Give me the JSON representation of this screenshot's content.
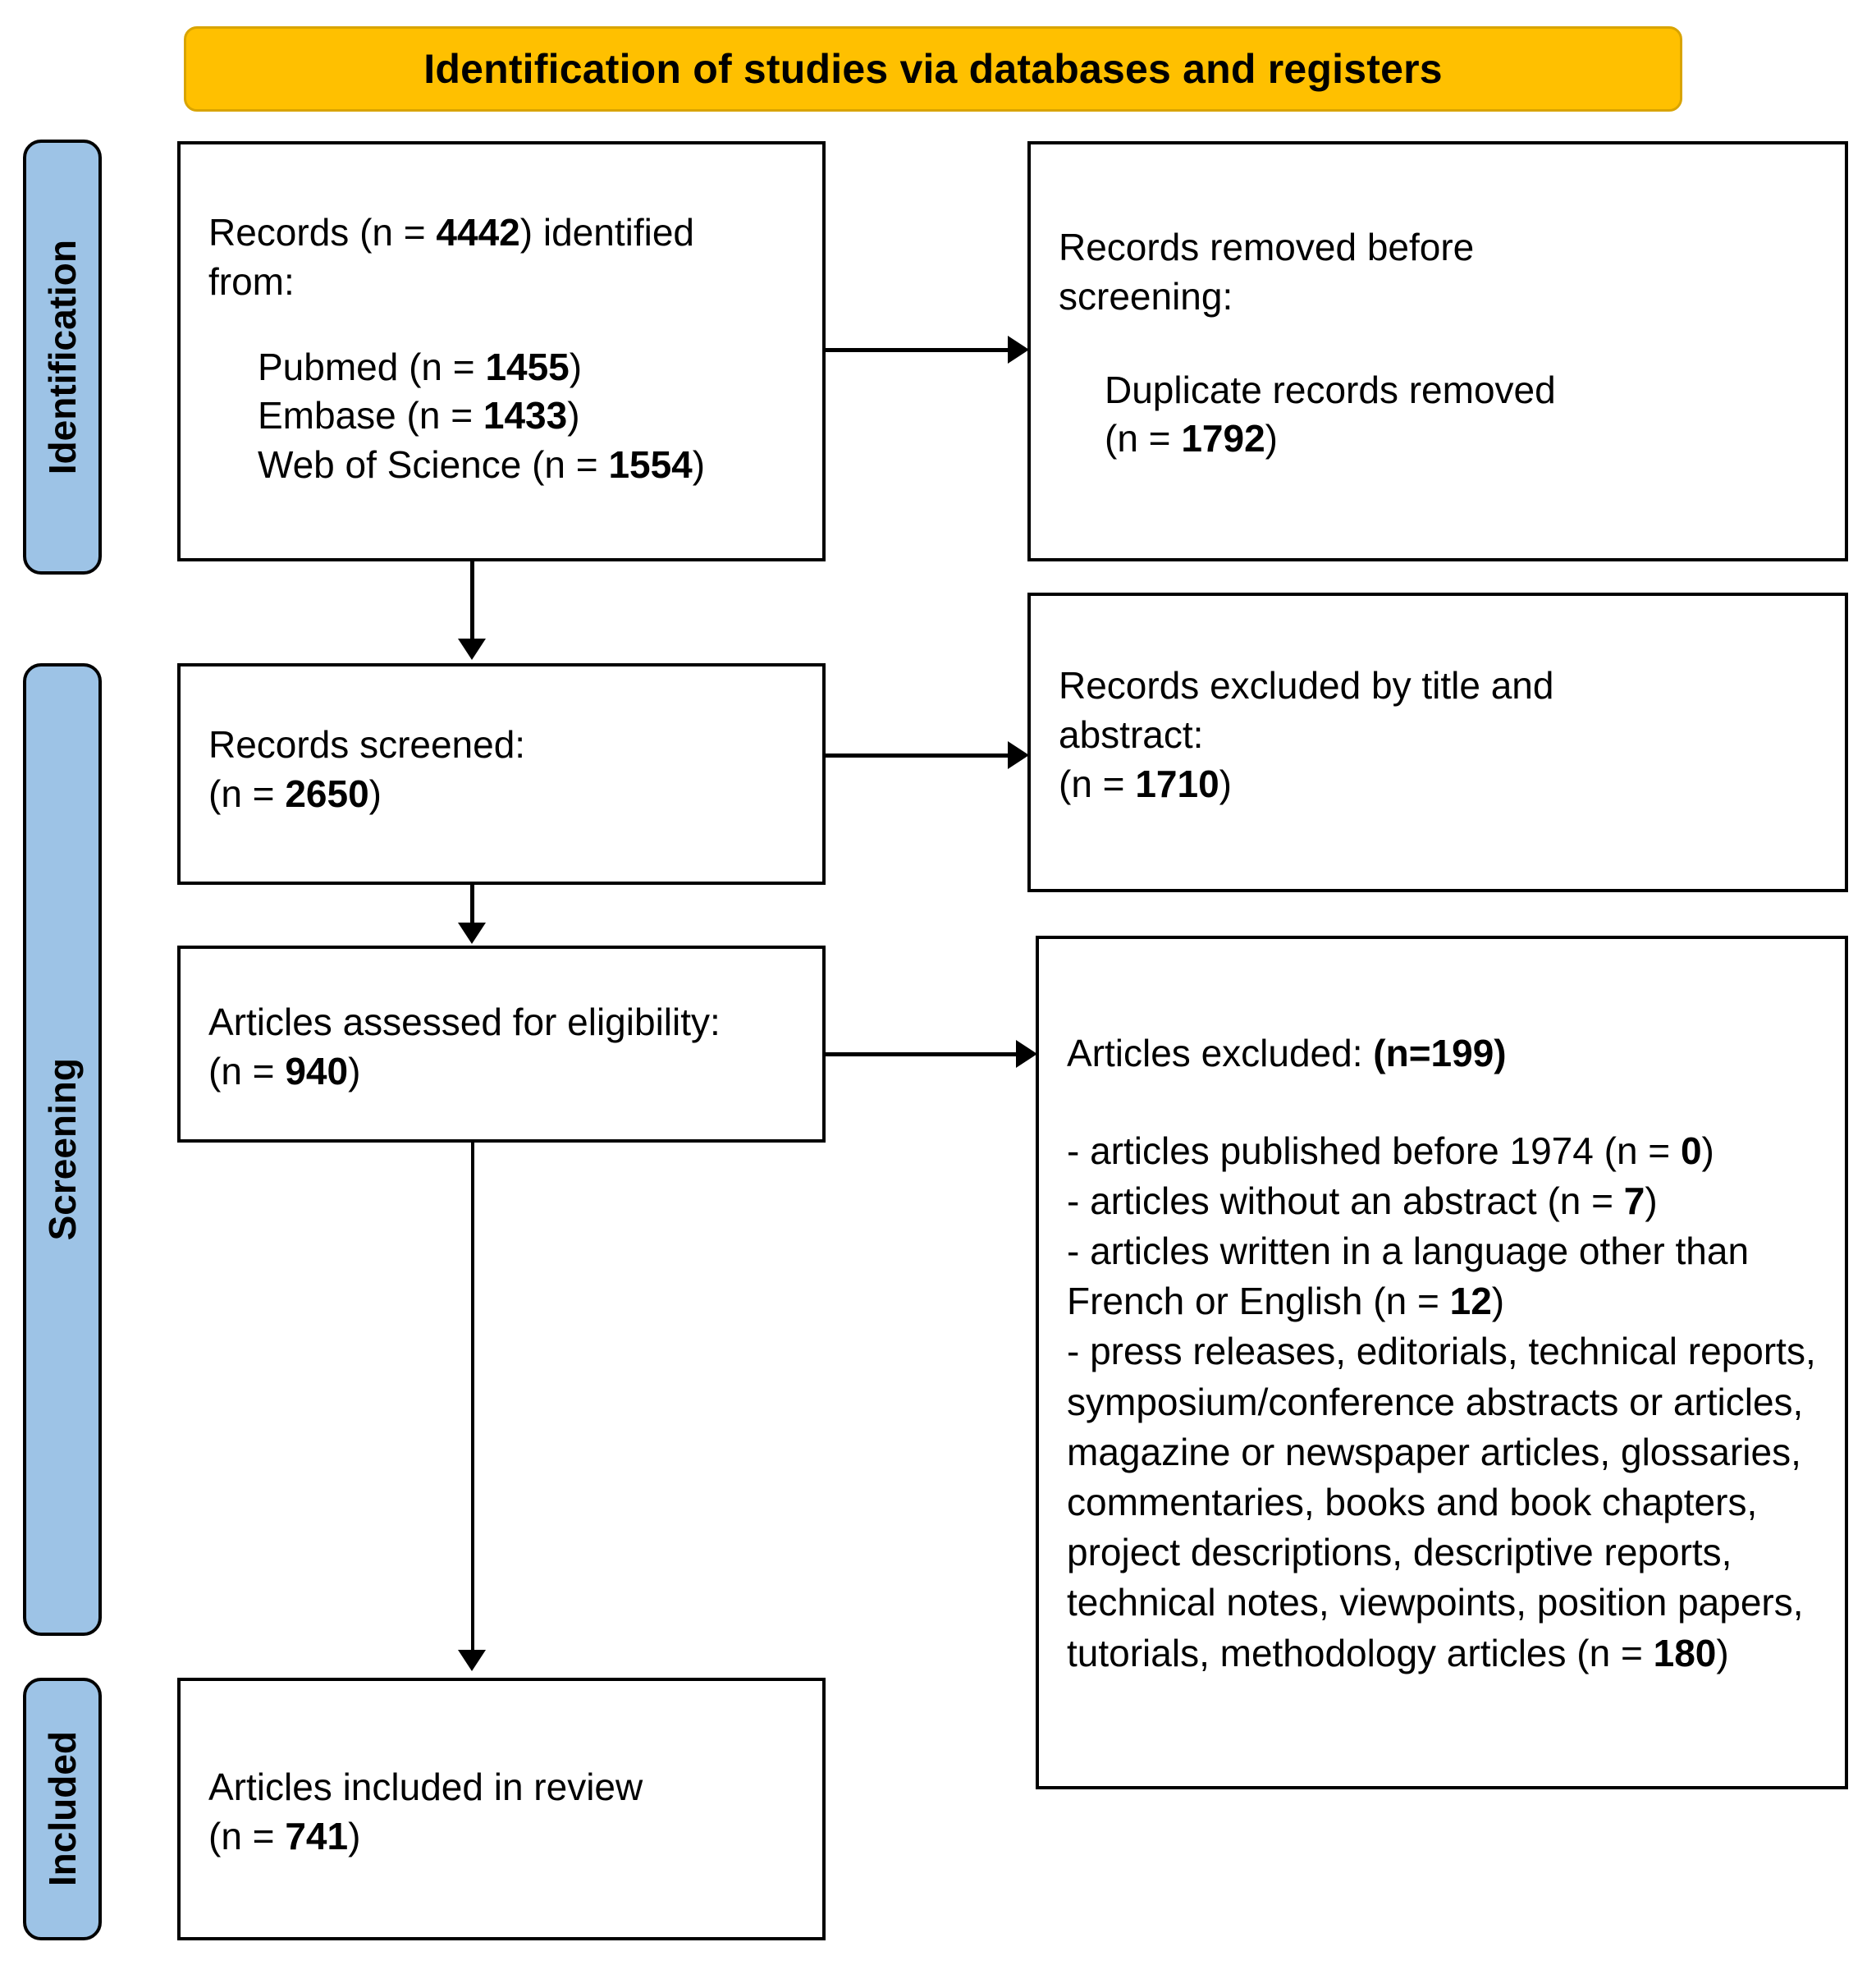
{
  "header": {
    "title": "Identification of studies via databases and registers",
    "background_color": "#FFC000"
  },
  "stages": {
    "accent_color": "#9DC3E6",
    "identification": "Identification",
    "screening": "Screening",
    "included": "Included"
  },
  "boxes": {
    "records_identified": {
      "line1_pre": "Records (n = ",
      "line1_n": "4442",
      "line1_post": ") identified",
      "line2": "from:",
      "sources": [
        {
          "pre": "Pubmed (n = ",
          "n": "1455",
          "post": ")"
        },
        {
          "pre": "Embase (n = ",
          "n": "1433",
          "post": ")"
        },
        {
          "pre": "Web of Science (n = ",
          "n": "1554",
          "post": ")"
        }
      ]
    },
    "records_removed": {
      "line1": "Records removed before",
      "line2": "screening:",
      "detail_line1": "Duplicate records removed",
      "detail_pre": "(n = ",
      "detail_n": "1792",
      "detail_post": ")"
    },
    "records_screened": {
      "line1": "Records screened:",
      "line2_pre": "(n = ",
      "line2_n": "2650",
      "line2_post": ")"
    },
    "records_excluded": {
      "line1": "Records excluded by title and",
      "line2": "abstract:",
      "line3_pre": "(n = ",
      "line3_n": "1710",
      "line3_post": ")"
    },
    "eligibility": {
      "line1": "Articles assessed for eligibility:",
      "line2_pre": "(n = ",
      "line2_n": "940",
      "line2_post": ")"
    },
    "articles_excluded": {
      "title_pre": "Articles excluded: ",
      "title_n": "(n=199)",
      "items": [
        {
          "pre": "- articles published before 1974 (n = ",
          "n": "0",
          "post": ")"
        },
        {
          "pre": "- articles without an abstract (n = ",
          "n": "7",
          "post": ")"
        },
        {
          "pre": "- articles written in a language other than French or English (n = ",
          "n": "12",
          "post": ")"
        },
        {
          "pre": "- press releases, editorials, technical reports, symposium/conference abstracts or articles, magazine or newspaper articles, glossaries, commentaries, books and book chapters, project descriptions, descriptive reports, technical notes, viewpoints, position papers, tutorials, methodology articles (n = ",
          "n": "180",
          "post": ")"
        }
      ]
    },
    "included_review": {
      "line1": "Articles included in review",
      "line2_pre": "(n = ",
      "line2_n": "741",
      "line2_post": ")"
    }
  },
  "chart_data": {
    "type": "diagram",
    "title": "Identification of studies via databases and registers",
    "diagram_kind": "PRISMA flow diagram",
    "nodes": [
      {
        "id": "records_identified",
        "stage": "Identification",
        "label": "Records identified from databases",
        "n": 4442,
        "breakdown": [
          {
            "source": "Pubmed",
            "n": 1455
          },
          {
            "source": "Embase",
            "n": 1433
          },
          {
            "source": "Web of Science",
            "n": 1554
          }
        ]
      },
      {
        "id": "records_removed",
        "stage": "Identification",
        "label": "Records removed before screening: Duplicate records removed",
        "n": 1792
      },
      {
        "id": "records_screened",
        "stage": "Screening",
        "label": "Records screened",
        "n": 2650
      },
      {
        "id": "records_excluded",
        "stage": "Screening",
        "label": "Records excluded by title and abstract",
        "n": 1710
      },
      {
        "id": "eligibility",
        "stage": "Screening",
        "label": "Articles assessed for eligibility",
        "n": 940
      },
      {
        "id": "articles_excluded",
        "stage": "Screening",
        "label": "Articles excluded",
        "n": 199,
        "breakdown": [
          {
            "reason": "articles published before 1974",
            "n": 0
          },
          {
            "reason": "articles without an abstract",
            "n": 7
          },
          {
            "reason": "articles written in a language other than French or English",
            "n": 12
          },
          {
            "reason": "press releases, editorials, technical reports, symposium/conference abstracts or articles, magazine or newspaper articles, glossaries, commentaries, books and book chapters, project descriptions, descriptive reports, technical notes, viewpoints, position papers, tutorials, methodology articles",
            "n": 180
          }
        ]
      },
      {
        "id": "included_review",
        "stage": "Included",
        "label": "Articles included in review",
        "n": 741
      }
    ],
    "edges": [
      {
        "from": "records_identified",
        "to": "records_removed",
        "direction": "right"
      },
      {
        "from": "records_identified",
        "to": "records_screened",
        "direction": "down"
      },
      {
        "from": "records_screened",
        "to": "records_excluded",
        "direction": "right"
      },
      {
        "from": "records_screened",
        "to": "eligibility",
        "direction": "down"
      },
      {
        "from": "eligibility",
        "to": "articles_excluded",
        "direction": "right"
      },
      {
        "from": "eligibility",
        "to": "included_review",
        "direction": "down"
      }
    ]
  }
}
